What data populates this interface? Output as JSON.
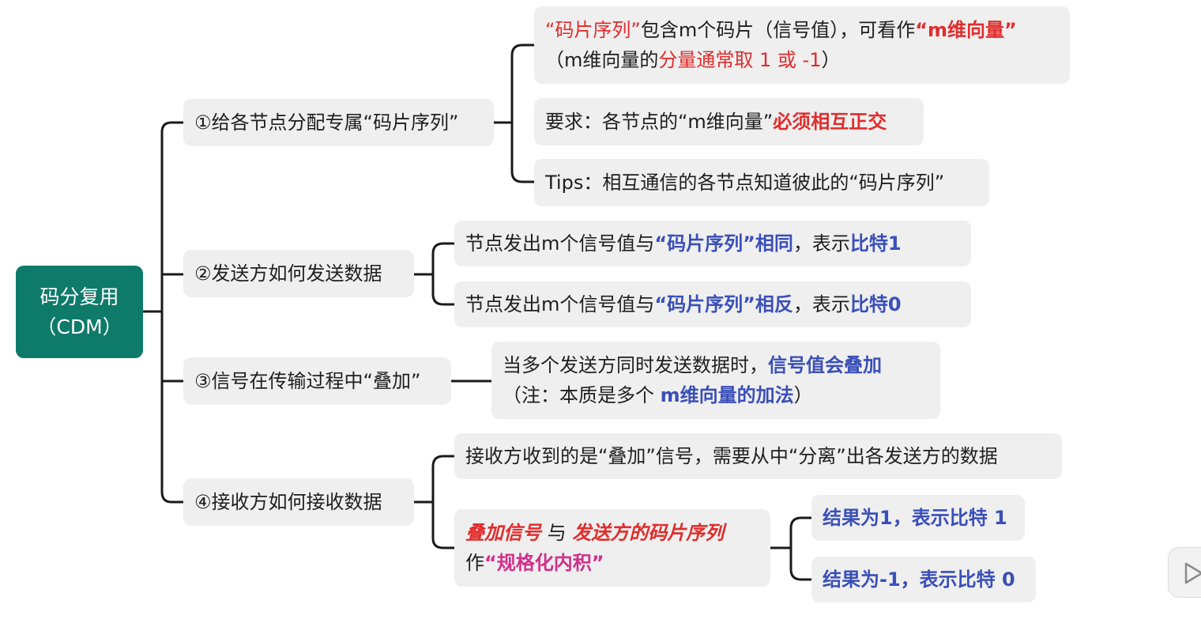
{
  "root": {
    "line1": "码分复用",
    "line2": "（CDM）"
  },
  "branches": [
    {
      "label": "①给各节点分配专属“码片序列”",
      "children": [
        {
          "seg": [
            "“码片序列”",
            "包含m个码片（信号值），可看作",
            "“m维向量”",
            "（m维向量的",
            "分量通常取 1 或 -1",
            "）"
          ]
        },
        {
          "seg": [
            "要求：各节点的“m维向量”",
            "必须相互正交"
          ]
        },
        {
          "seg": [
            "Tips：相互通信的各节点知道彼此的“码片序列”"
          ]
        }
      ]
    },
    {
      "label": "②发送方如何发送数据",
      "children": [
        {
          "seg": [
            "节点发出m个信号值与",
            "“码片序列”相同",
            "，表示",
            "比特1"
          ]
        },
        {
          "seg": [
            "节点发出m个信号值与",
            "“码片序列”相反",
            "，表示",
            "比特0"
          ]
        }
      ]
    },
    {
      "label": "③信号在传输过程中“叠加”",
      "children": [
        {
          "seg": [
            "当多个发送方同时发送数据时，",
            "信号值会叠加",
            "（注：本质是多个 ",
            "m维向量的加法",
            "）"
          ]
        }
      ]
    },
    {
      "label": "④接收方如何接收数据",
      "children": [
        {
          "seg": [
            "接收方收到的是“叠加”信号，需要从中“分离”出各发送方的数据"
          ]
        },
        {
          "seg": [
            "叠加信号",
            " 与 ",
            "发送方的码片序列",
            "作",
            "“规格化内积”"
          ],
          "children": [
            {
              "seg": [
                "结果为1，表示比特 1"
              ]
            },
            {
              "seg": [
                "结果为-1，表示比特 0"
              ]
            }
          ]
        }
      ]
    }
  ],
  "colors": {
    "root_bg": "#0e7a6a",
    "node_bg": "#efefef",
    "red": "#e02d2d",
    "blue": "#3a4fb8",
    "pink": "#d0308c"
  },
  "icons": {
    "play": "play-icon"
  }
}
